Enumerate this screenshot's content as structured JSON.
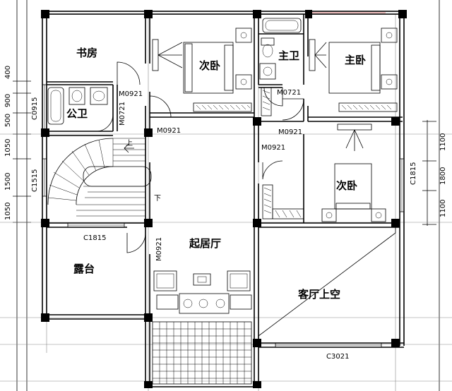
{
  "rooms": {
    "study": "书房",
    "bedroom_a": "次卧",
    "master_bath": "主卫",
    "master_bedroom": "主卧",
    "public_bath": "公卫",
    "bedroom_b": "次卧",
    "living_room": "起居厅",
    "terrace": "露台",
    "living_void": "客厅上空"
  },
  "door_codes": {
    "study_door": "M0921",
    "public_bath_door": "M0721",
    "bedroom_a_door": "M0921",
    "master_bath_door": "M0721",
    "master_bedroom_door": "M0921",
    "bedroom_b_door": "M0921",
    "living_door": "M0921"
  },
  "window_codes": {
    "public_bath_window": "C0915",
    "stair_window": "C1515",
    "terrace_window": "C1815",
    "bedroom_b_window": "C1815",
    "living_window": "C3021"
  },
  "stair_labels": {
    "up": "上",
    "down": "下"
  },
  "left_dimensions": [
    "400",
    "900",
    "500",
    "1050",
    "1500",
    "1050"
  ],
  "right_dimensions": [
    "1100",
    "1800",
    "1100"
  ]
}
